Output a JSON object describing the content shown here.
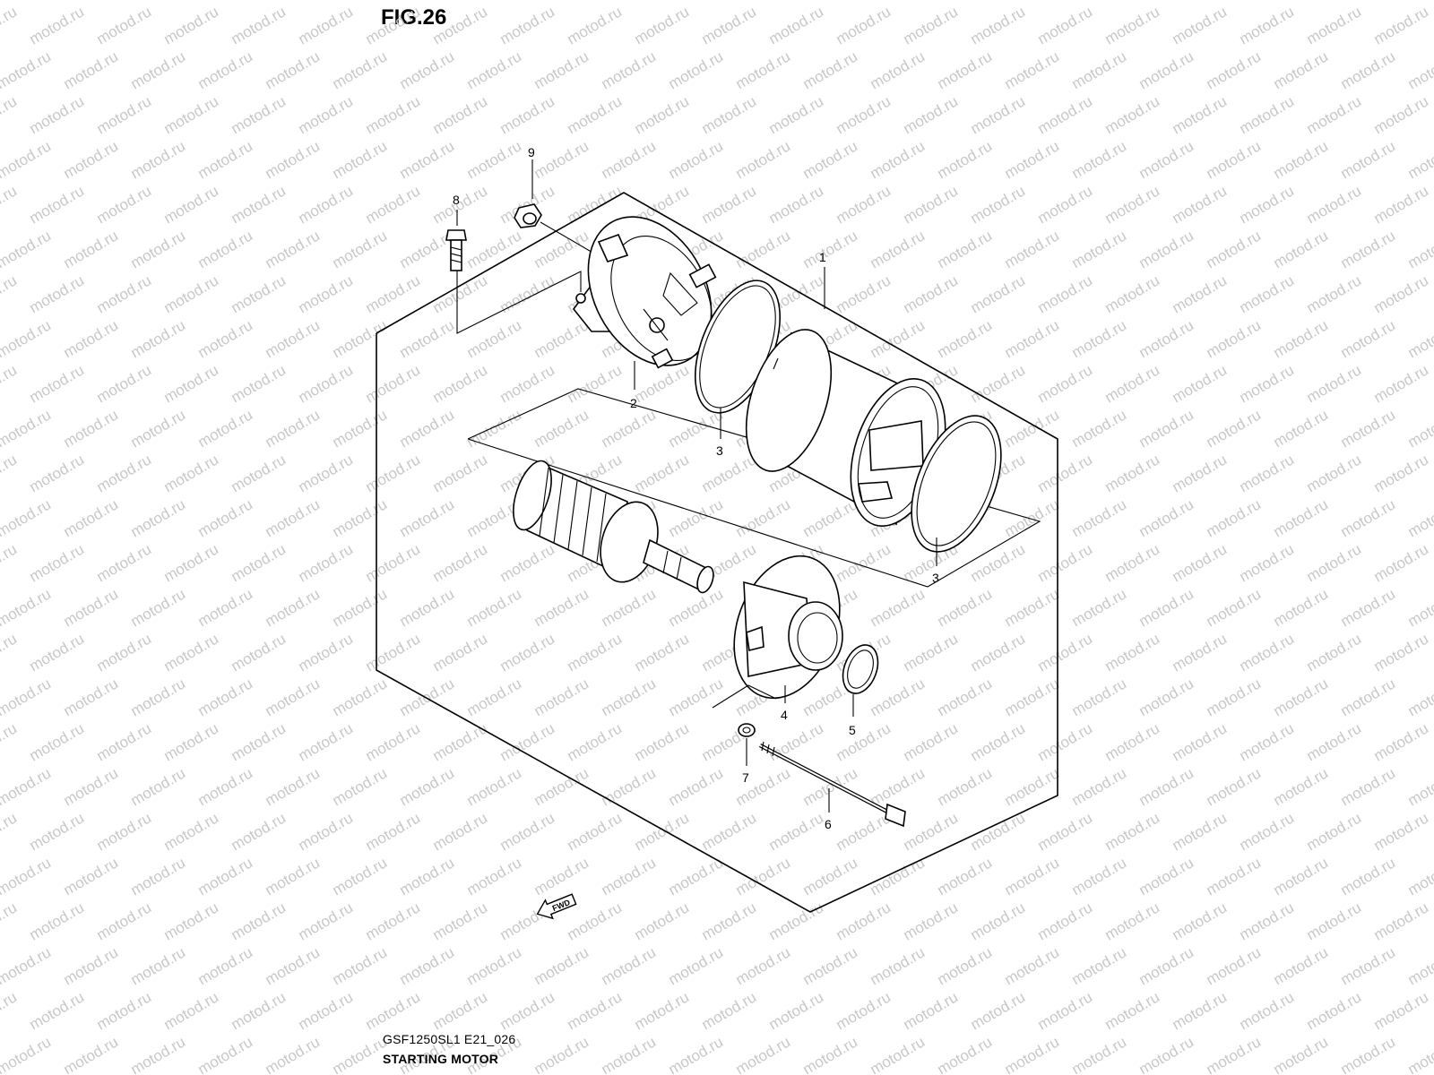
{
  "figure": {
    "title": "FIG.26"
  },
  "footer": {
    "code": "GSF1250SL1 E21_026",
    "name": "STARTING MOTOR"
  },
  "watermark": {
    "text": "motod.ru"
  },
  "fwd_label": "FWD",
  "callouts": [
    "1",
    "2",
    "3",
    "3",
    "4",
    "5",
    "6",
    "7",
    "8",
    "9"
  ]
}
